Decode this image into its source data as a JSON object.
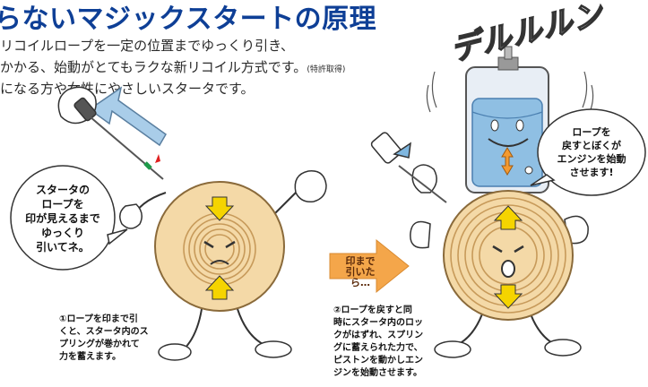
{
  "heading": {
    "title": "らないマジックスタートの原理",
    "lines": [
      "リコイルロープを一定の位置までゆっくり引き、",
      "かかる、始動がとてもラクな新リコイル方式です。",
      "になる方や女性にやさしいスタータです。"
    ],
    "patent_note": "(特許取得)"
  },
  "left_bubble": [
    "スタータの",
    "ロープを",
    "印が見えるまで",
    "ゆっくり",
    "引いてネ。"
  ],
  "right_bubble": [
    "ロープを",
    "戻すとぼくが",
    "エンジンを始動",
    "させます!"
  ],
  "middle_arrow": [
    "印まで",
    "引いたら…"
  ],
  "caption_1": [
    "①ロープを印まで引",
    "くと、スタータ内のス",
    "プリングが巻かれて",
    "力を蓄えます。"
  ],
  "caption_2": [
    "②ロープを戻すと同",
    "時にスタータ内のロッ",
    "クがはずれ、スプリン",
    "グに蓄えられた力で、",
    "ピストンを動かしエン",
    "ジンを始動させます。"
  ],
  "sound_effect": "デルルルン",
  "colors": {
    "title": "#0e3f96",
    "character_body": "#f4d9a7",
    "character_ring": "#c79a5a",
    "guide_arrow": "#a9cde9",
    "force_arrow": "#f5d400",
    "middle_arrow": "#f4a64a",
    "engine_water": "#8fbfe3"
  }
}
